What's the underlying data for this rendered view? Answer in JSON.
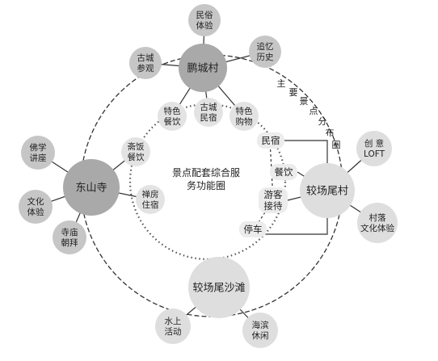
{
  "colors": {
    "hub_dark": "#a9a9a9",
    "hub_light": "#dedede",
    "satellite": "#c6c6c6",
    "service": "#e3e3e3",
    "line": "#333333",
    "ring": "#333333"
  },
  "center_label": [
    "景点配套综合服",
    "务功能圈"
  ],
  "ring_label": [
    "主",
    "要",
    "景",
    "点",
    "分",
    "布",
    "圈"
  ],
  "hubs": [
    {
      "id": "pengcheng",
      "label": [
        "鹏城村"
      ]
    },
    {
      "id": "dongshan",
      "label": [
        "东山寺"
      ]
    },
    {
      "id": "jiaochang",
      "label": [
        "较场尾村"
      ]
    },
    {
      "id": "beach",
      "label": [
        "较场尾沙滩"
      ]
    }
  ],
  "satellites": [
    {
      "id": "folk",
      "label": [
        "民俗",
        "体验"
      ]
    },
    {
      "id": "history",
      "label": [
        "追忆",
        "历史"
      ]
    },
    {
      "id": "oldtown",
      "label": [
        "古城",
        "参观"
      ]
    },
    {
      "id": "buddhist",
      "label": [
        "佛学",
        "讲座"
      ]
    },
    {
      "id": "culture",
      "label": [
        "文化",
        "体验"
      ]
    },
    {
      "id": "temple",
      "label": [
        "寺庙",
        "朝拜"
      ]
    },
    {
      "id": "loft",
      "label": [
        "创 意",
        "LOFT"
      ]
    },
    {
      "id": "village",
      "label": [
        "村落",
        "文化体验"
      ]
    },
    {
      "id": "water",
      "label": [
        "水上",
        "活动"
      ]
    },
    {
      "id": "leisure",
      "label": [
        "海滨",
        "休闲"
      ]
    }
  ],
  "services": [
    {
      "id": "food",
      "label": [
        "特色",
        "餐饮"
      ]
    },
    {
      "id": "inn",
      "label": [
        "古城",
        "民宿"
      ]
    },
    {
      "id": "shop",
      "label": [
        "特色",
        "购物"
      ]
    },
    {
      "id": "veg",
      "label": [
        "斋饭",
        "餐饮"
      ]
    },
    {
      "id": "zen",
      "label": [
        "禅房",
        "住宿"
      ]
    }
  ],
  "labels": [
    {
      "id": "minsu",
      "text": "民宿"
    },
    {
      "id": "canyin",
      "text": "餐饮"
    },
    {
      "id": "jiedai",
      "text": "游客",
      "text2": "接待"
    },
    {
      "id": "tingche",
      "text": "停车"
    }
  ]
}
